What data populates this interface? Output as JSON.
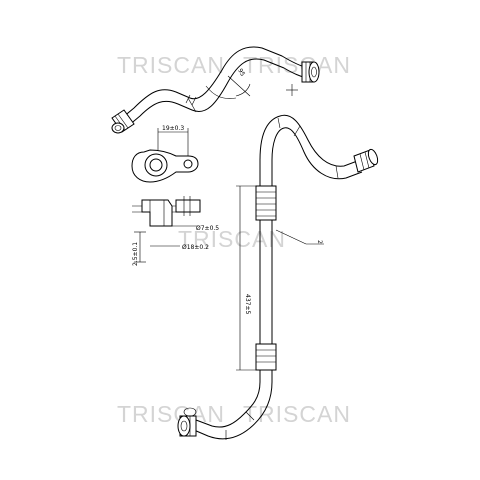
{
  "watermark": {
    "text": "TRISCAN"
  },
  "dimensions": {
    "hole_spacing": "19±0.3",
    "inner_diameter": "Ø7±0.5",
    "outer_diameter": "Ø18±0.2",
    "height": "2.5±0.1",
    "pipe_length": "437±5",
    "angle": "95",
    "callout": "2"
  }
}
